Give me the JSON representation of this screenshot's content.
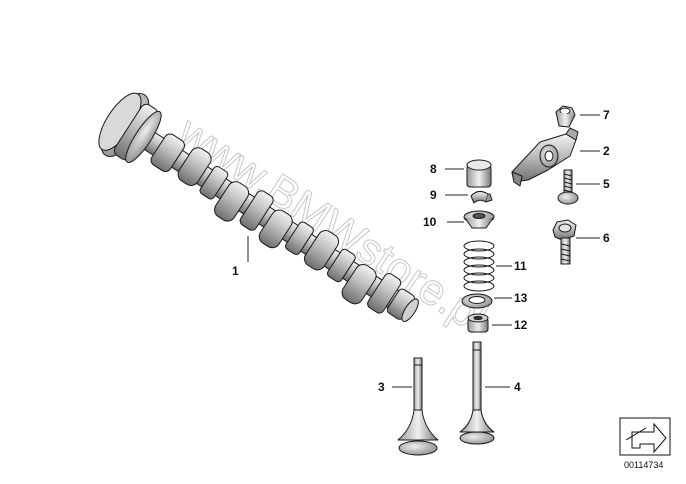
{
  "watermark": "www.BMWstore.pl",
  "reference_number": "00114734",
  "callouts": {
    "p1": "1",
    "p2": "2",
    "p3": "3",
    "p4": "4",
    "p5": "5",
    "p6": "6",
    "p7": "7",
    "p8": "8",
    "p9": "9",
    "p10": "10",
    "p11": "11",
    "p12": "12",
    "p13": "13"
  },
  "icons": {
    "arrow_box": "diagram-reference-arrow-icon"
  }
}
